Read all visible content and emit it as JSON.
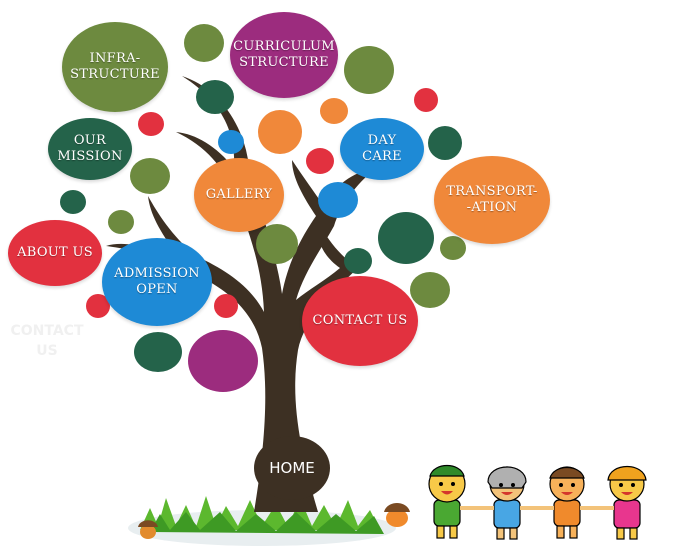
{
  "menu": {
    "infrastructure": "INFRA-\nSTRUCTURE",
    "curriculum": "CURRICULUM\nSTRUCTURE",
    "our_mission": "OUR\nMISSION",
    "day_care": "DAY\nCARE",
    "gallery": "GALLERY",
    "transportation": "TRANSPORT-\n-ATION",
    "about_us": "ABOUT US",
    "admission_open": "ADMISSION\nOPEN",
    "contact_us": "CONTACT US",
    "contact_us_faded": "CONTACT\nUS",
    "home": "HOME"
  },
  "colors": {
    "olive": "#6d8a3f",
    "dark_green": "#24634a",
    "magenta": "#9c2c7e",
    "orange": "#f0883a",
    "blue": "#1e8ad6",
    "red": "#e2313f",
    "trunk": "#3d3023",
    "grass": "#5cb82e"
  },
  "icons": {
    "tree": "tree-illustration",
    "kids": "kids-holding-hands-illustration",
    "acorn": "acorn-icon"
  }
}
